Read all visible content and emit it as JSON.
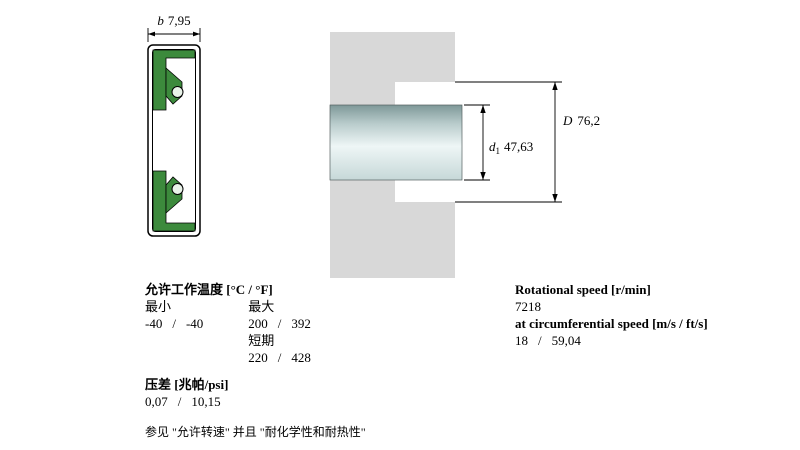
{
  "drawing_left": {
    "dim_letter": "b",
    "dim_value": "7,95"
  },
  "drawing_right": {
    "outer_letter": "D",
    "outer_value": "76,2",
    "shaft_letter": "d",
    "shaft_sub": "1",
    "shaft_value": "47,63"
  },
  "specs_left": {
    "temp_heading": "允许工作温度 [°C / °F]",
    "min_label": "最小",
    "max_label": "最大",
    "separator": "/",
    "min_c": "-40",
    "min_f": "-40",
    "max_c": "200",
    "max_f": "392",
    "short_term_label": "短期",
    "short_c": "220",
    "short_f": "428",
    "pressure_heading": "压差 [兆帕/psi]",
    "pressure_mpa": "0,07",
    "pressure_psi": "10,15",
    "footnote": "参见 \"允许转速\" 并且 \"耐化学性和耐热性\""
  },
  "specs_right": {
    "speed_heading": "Rotational speed [r/min]",
    "speed_value": "7218",
    "circ_heading": "at circumferential speed [m/s / ft/s]",
    "circ_ms": "18",
    "circ_fts": "59,04",
    "separator": "/"
  },
  "colors": {
    "seal_green": "#3c8a3c",
    "spring_fill": "#e9f3e9",
    "housing_gray": "#d8d8d8",
    "shaft_top": "#7e9898",
    "shaft_upper": "#b9cccc",
    "shaft_light": "#eef6f6",
    "shaft_bottom": "#c6d8d8"
  }
}
